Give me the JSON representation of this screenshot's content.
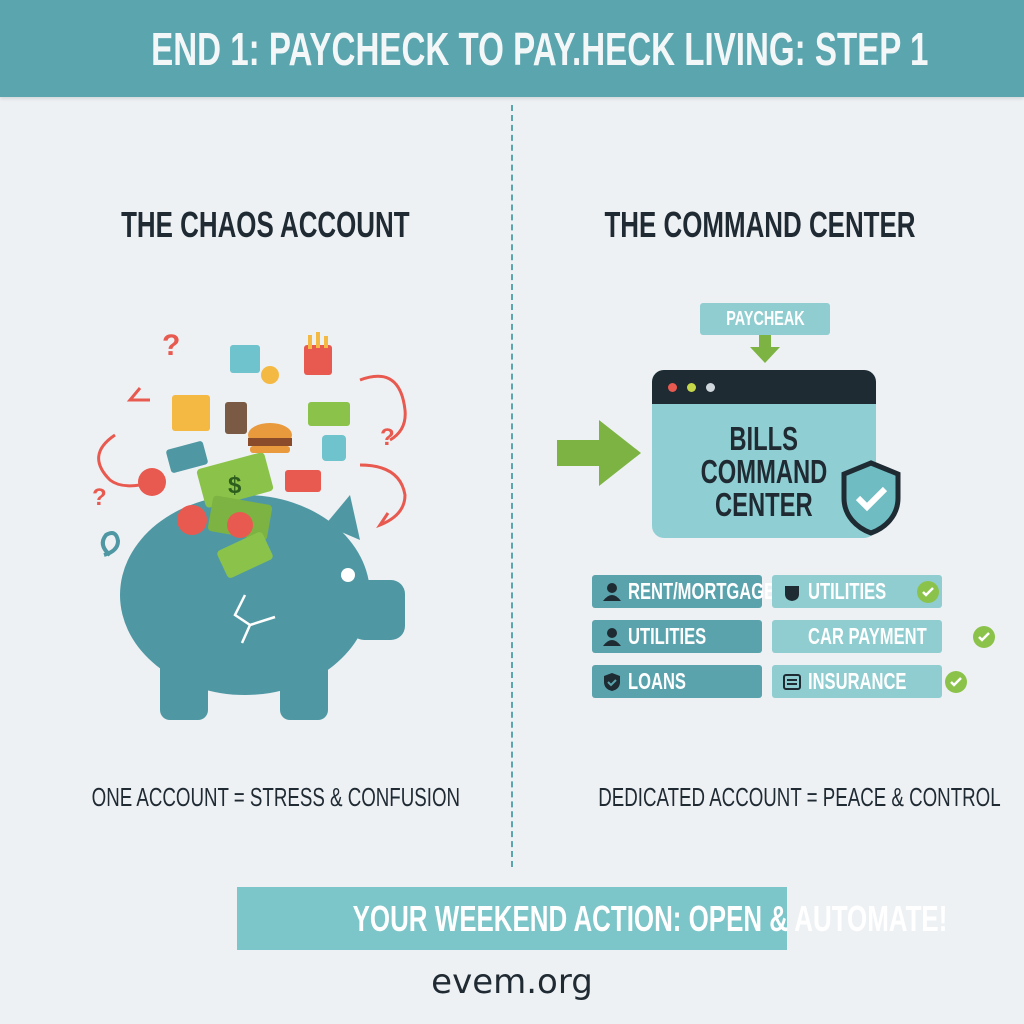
{
  "header": {
    "title": "END 1: PAYCHECK TO PAY.HECK LIVING: STEP 1"
  },
  "left": {
    "heading": "THE CHAOS ACCOUNT",
    "caption": "ONE ACCOUNT = STRESS & CONFUSION",
    "decor": {
      "question": "?",
      "dollar": "$"
    }
  },
  "right": {
    "heading": "THE COMMAND CENTER",
    "paycheck_label": "PAYCHEAK",
    "window_title": [
      "BILLS",
      "COMMAND",
      "CENTER"
    ],
    "bills": [
      {
        "label": "RENT/MORTGAGE",
        "icon": "person-icon",
        "checked": false
      },
      {
        "label": "UTILITIES",
        "icon": "badge-icon",
        "checked": true
      },
      {
        "label": "UTILITIES",
        "icon": "person-headset-icon",
        "checked": false
      },
      {
        "label": "CAR PAYMENT",
        "icon": "",
        "checked": true
      },
      {
        "label": "LOANS",
        "icon": "shield-check-icon",
        "checked": false
      },
      {
        "label": "INSURANCE",
        "icon": "document-icon",
        "checked": true
      }
    ],
    "caption": "DEDICATED ACCOUNT = PEACE & CONTROL"
  },
  "footer": {
    "action": "YOUR WEEKEND ACTION: OPEN & AUTOMATE!",
    "site": "evem.org"
  },
  "colors": {
    "teal": "#5ba5ae",
    "light_teal": "#8fcdd0",
    "green": "#7cb342",
    "dark": "#1e2b33",
    "red": "#e85a4f",
    "background": "#eef1f4"
  }
}
